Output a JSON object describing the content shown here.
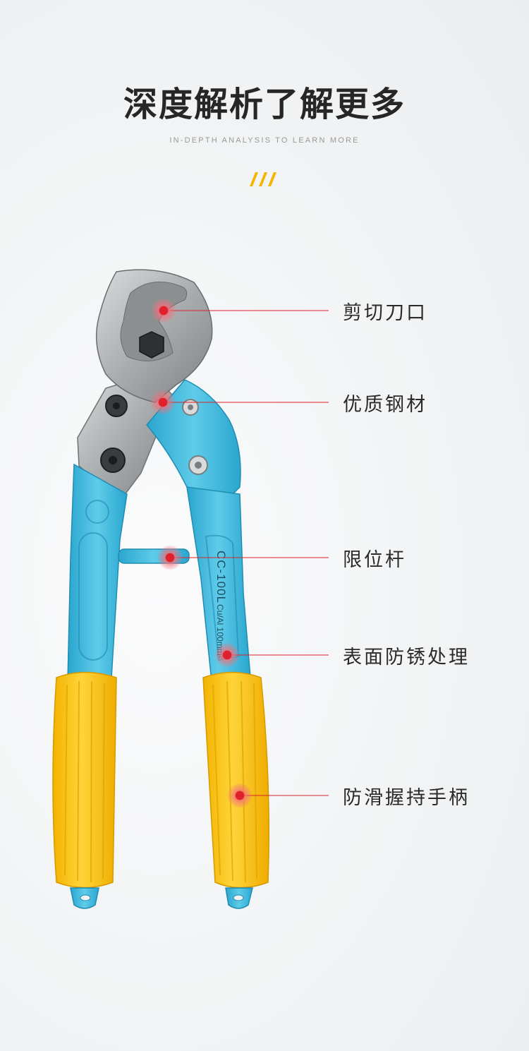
{
  "header": {
    "title": "深度解析了解更多",
    "subtitle": "IN-DEPTH ANALYSIS TO LEARN MORE"
  },
  "product": {
    "engraving_model": "CC-100L",
    "engraving_spec": "Cu/Al 100mm²"
  },
  "callouts": [
    {
      "label": "剪切刀口"
    },
    {
      "label": "优质钢材"
    },
    {
      "label": "限位杆"
    },
    {
      "label": "表面防锈处理"
    },
    {
      "label": "防滑握持手柄"
    }
  ],
  "colors": {
    "accent": "#f5b400",
    "callout_line": "#d9232e",
    "handle_blue": "#3cb9de",
    "grip_yellow": "#ffc81e",
    "steel": "#a9acae"
  }
}
